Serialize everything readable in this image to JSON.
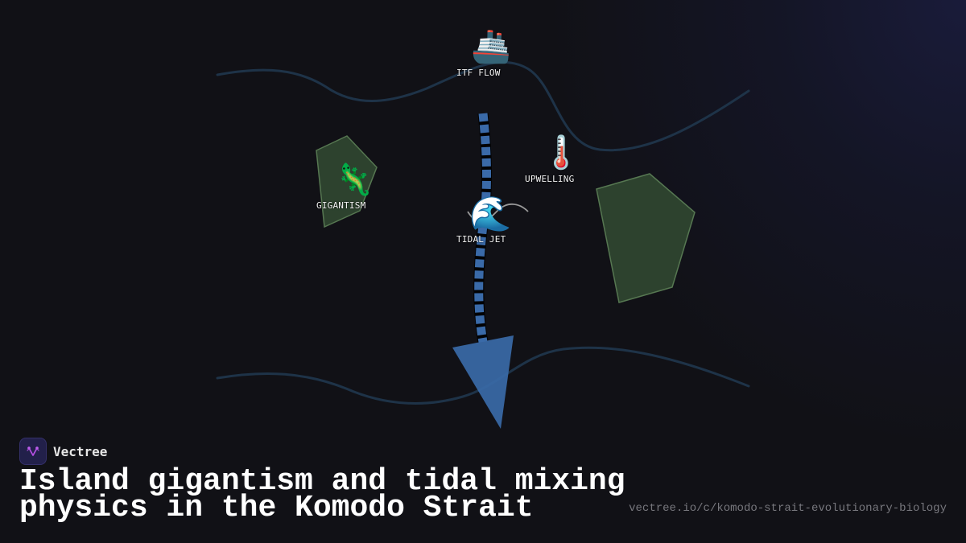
{
  "diagram": {
    "title": "Island gigantism and tidal mixing physics in the Komodo Strait",
    "title_lines": [
      "Island gigantism and tidal mixing",
      "physics in the Komodo Strait"
    ],
    "nodes": [
      {
        "id": "itf-flow",
        "label": "ITF FLOW",
        "icon": "ship-icon",
        "glyph": "🚢"
      },
      {
        "id": "gigantism",
        "label": "GIGANTISM",
        "icon": "lizard-icon",
        "glyph": "🦎"
      },
      {
        "id": "upwelling",
        "label": "UPWELLING",
        "icon": "thermometer-icon",
        "glyph": "🌡️"
      },
      {
        "id": "tidal-jet",
        "label": "TIDAL JET",
        "icon": "water-wave-icon",
        "glyph": "🌊"
      }
    ],
    "shapes": {
      "island_small": "green pentagon (left)",
      "island_large": "green pentagon (right)",
      "flow_arrow": "dashed blue arrow pointing down"
    },
    "colors": {
      "background": "#111116",
      "current_line": "#1e3348",
      "island_fill": "#2f4530",
      "island_stroke": "#5a7d55",
      "arrow": "#3a6aa8",
      "swirl": "#9a9a9a"
    }
  },
  "brand": {
    "name": "Vectree",
    "url": "vectree.io/c/komodo-strait-evolutionary-biology"
  }
}
